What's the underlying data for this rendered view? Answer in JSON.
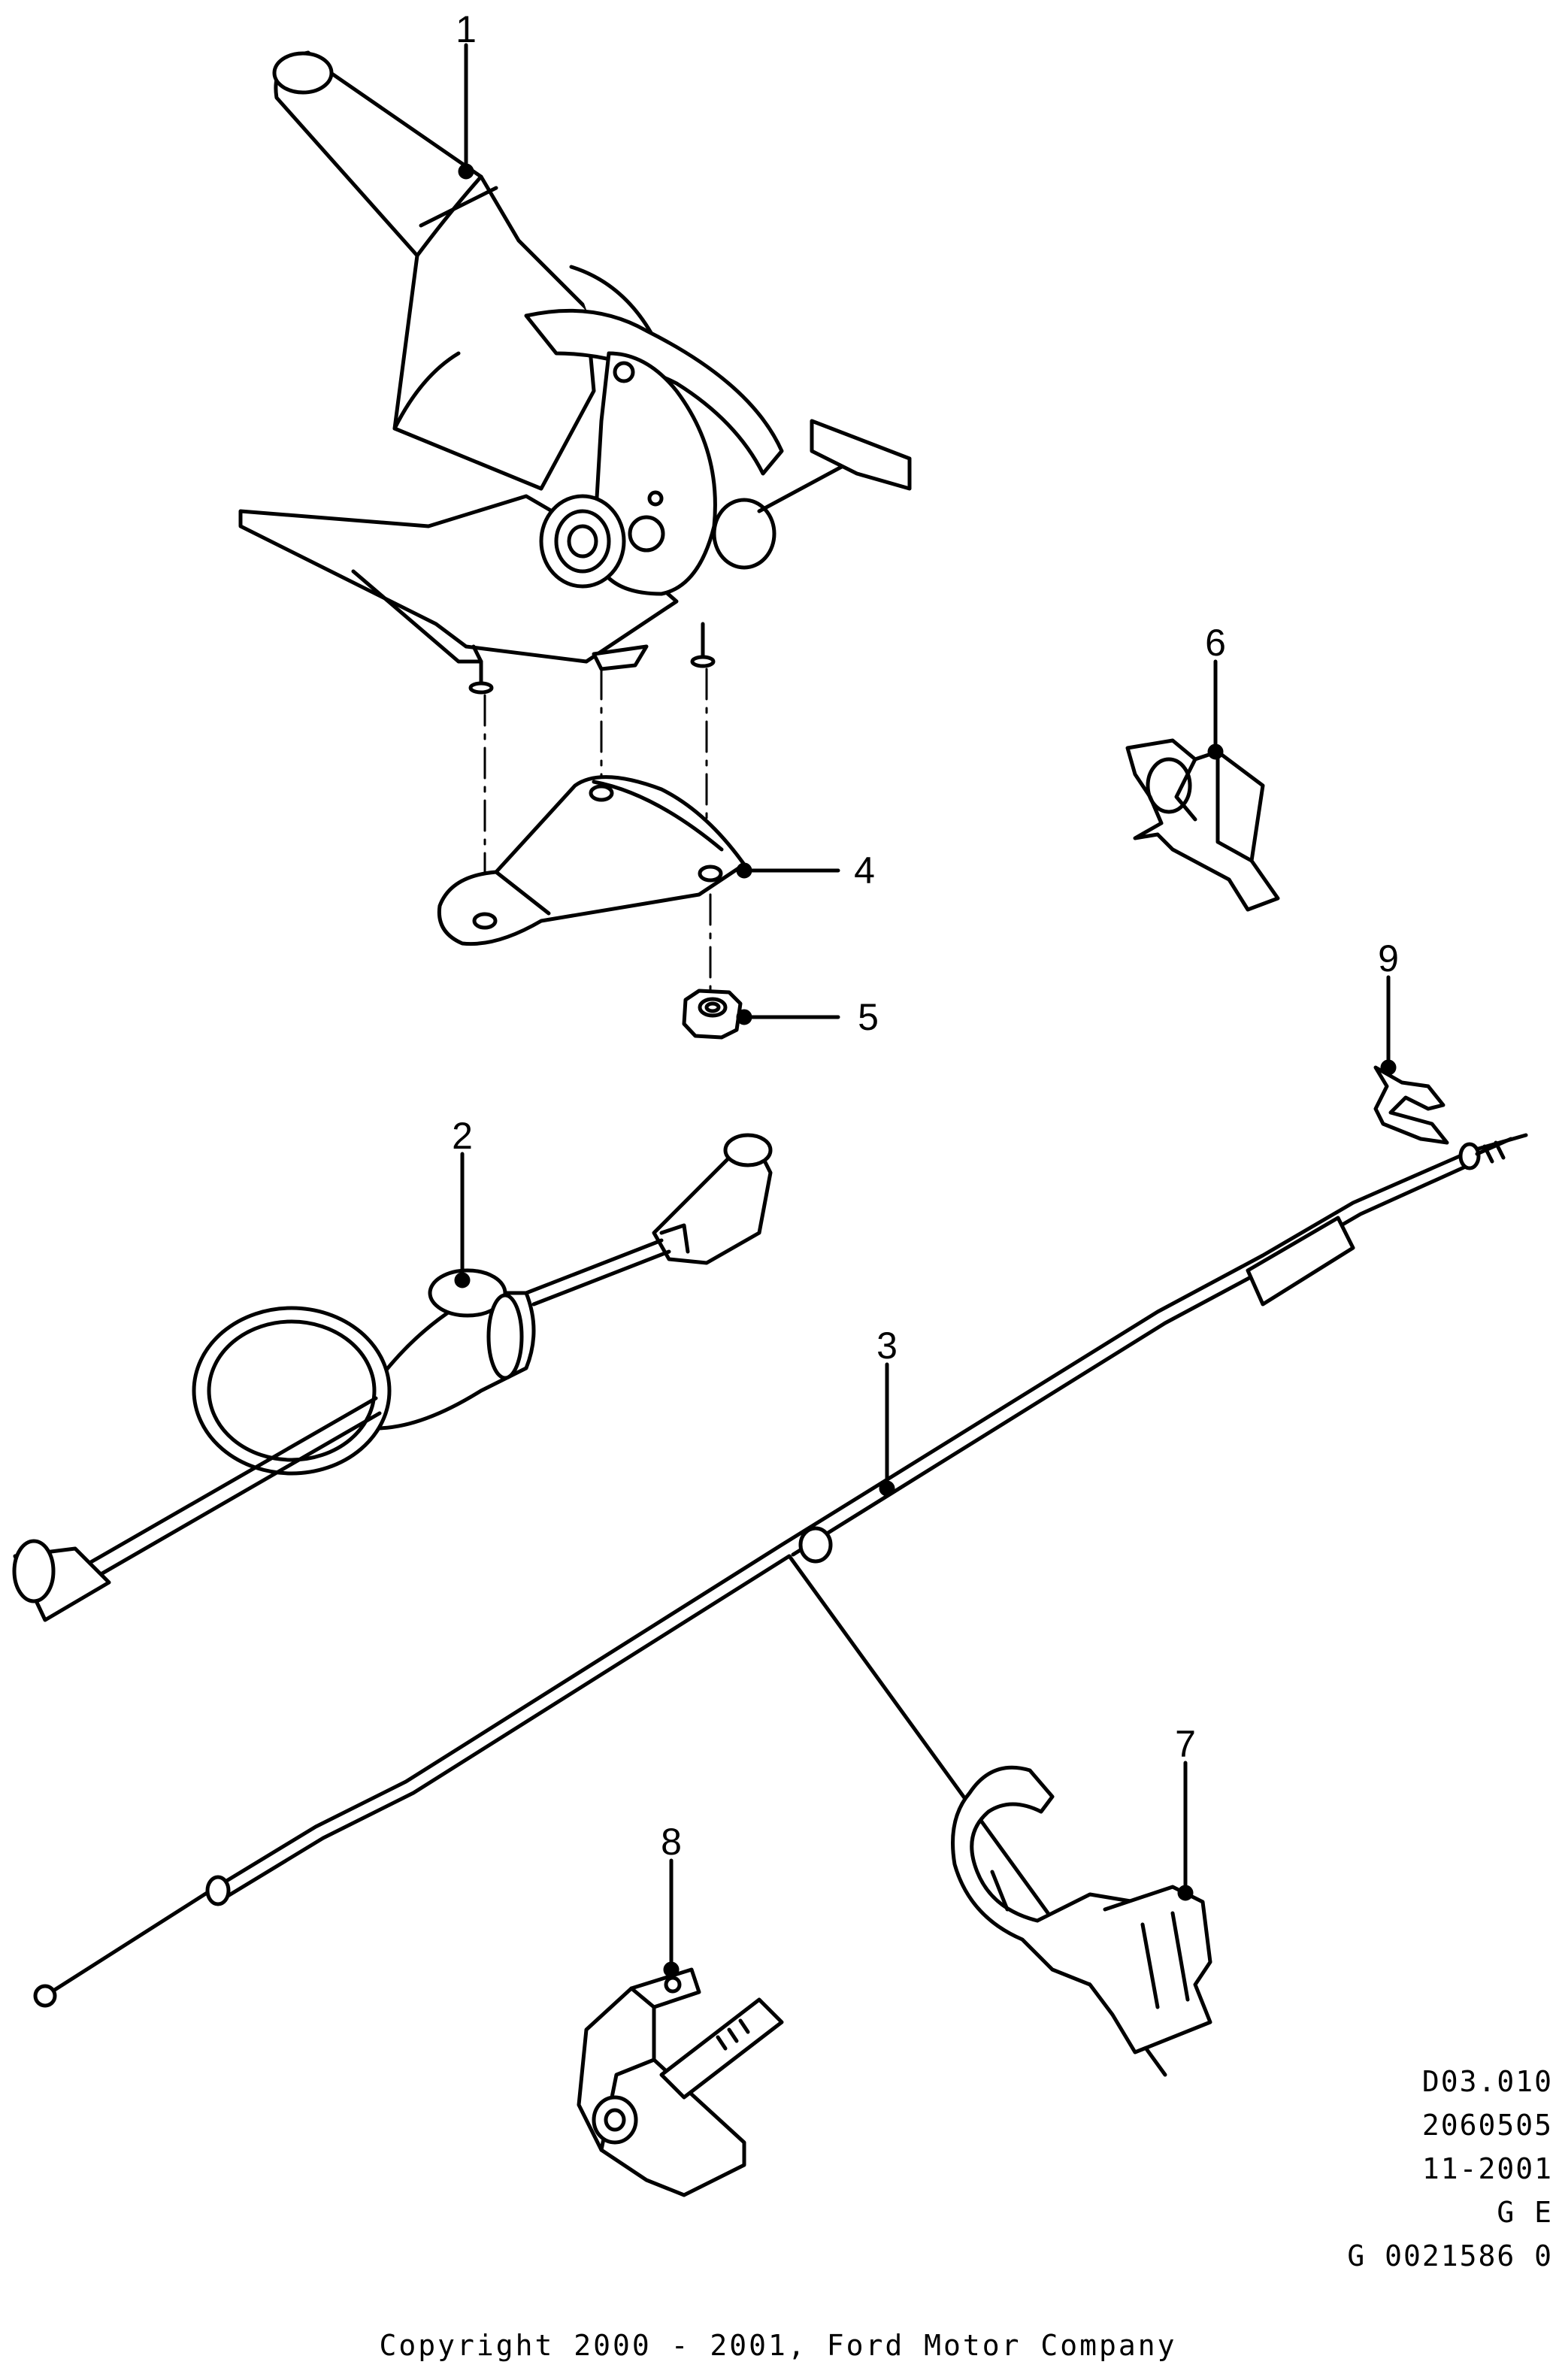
{
  "callouts": {
    "c1": "1",
    "c2": "2",
    "c3": "3",
    "c4": "4",
    "c5": "5",
    "c6": "6",
    "c7": "7",
    "c8": "8",
    "c9": "9"
  },
  "reference": {
    "line1": "D03.010",
    "line2": "2060505",
    "line3": "11-2001",
    "line4": "G E",
    "line5": "G 0021586 0"
  },
  "copyright": "Copyright 2000 - 2001, Ford Motor Company",
  "colors": {
    "ink": "#000000",
    "paper": "#ffffff"
  }
}
